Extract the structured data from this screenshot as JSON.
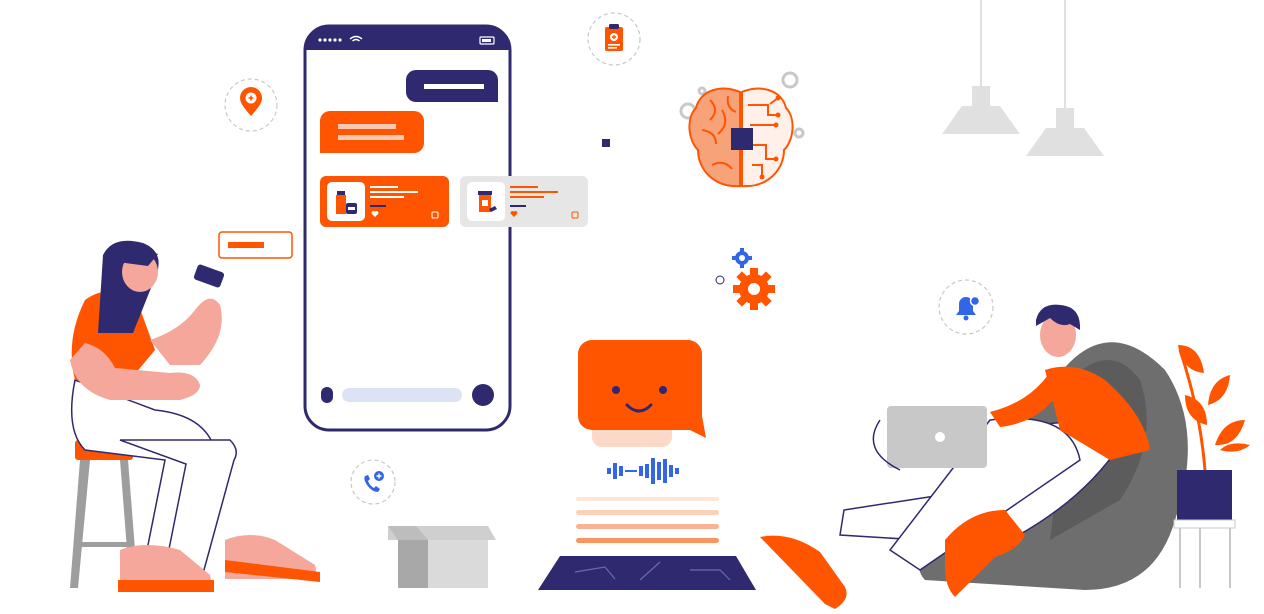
{
  "colors": {
    "accent": "#FF5500",
    "navy": "#2F2A6F",
    "blue": "#3366E6",
    "skin": "#F4A79A",
    "light_gray": "#E6E6E6",
    "mid_gray": "#9E9E9E",
    "dark_gray": "#6E6E6E",
    "pale_orange": "#F8C9B1",
    "pale_blue": "#DCE3F5"
  },
  "icons": [
    "location-pin-plus-icon",
    "medical-clipboard-icon",
    "phone-plus-icon",
    "notification-bell-icon",
    "gear-icon",
    "brain-circuit-icon",
    "wifi-icon",
    "battery-icon",
    "heart-icon",
    "cart-icon",
    "smiley-chat-icon",
    "sound-wave-icon"
  ],
  "phone": {
    "signal_dots": 5,
    "cards": [
      {
        "style": "orange",
        "icon": "medicine-bottles-icon"
      },
      {
        "style": "gray",
        "icon": "medicine-jar-icon"
      }
    ]
  }
}
